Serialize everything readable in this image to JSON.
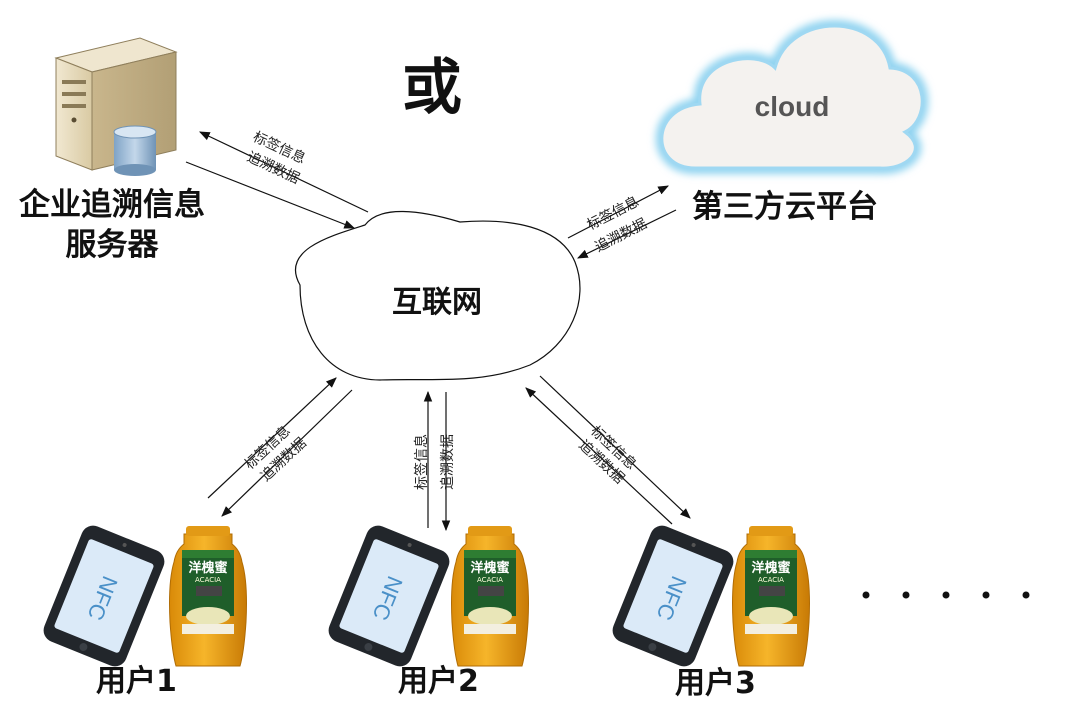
{
  "or_label": "或",
  "server": {
    "line1": "企业追溯信息",
    "line2": "服务器"
  },
  "cloud": {
    "text": "cloud",
    "caption": "第三方云平台"
  },
  "internet": "互联网",
  "arrow_labels": {
    "tag_info": "标签信息",
    "trace_data": "追溯数据"
  },
  "users": [
    {
      "label": "用户1"
    },
    {
      "label": "用户2"
    },
    {
      "label": "用户3"
    }
  ],
  "phone": {
    "screen_text": "NFC"
  },
  "jar": {
    "brand": "洋槐蜜",
    "sub": "ACACIA"
  },
  "ellipsis": "· · · · ·",
  "colors": {
    "cloud_fill": "#f4f2ef",
    "cloud_glow": "#8fd3f0",
    "honey": "#f0a516",
    "phone_body": "#22262b",
    "phone_screen": "#dbeaf8",
    "server_beige": "#e8ddc2",
    "db_blue": "#9fbcd8"
  }
}
